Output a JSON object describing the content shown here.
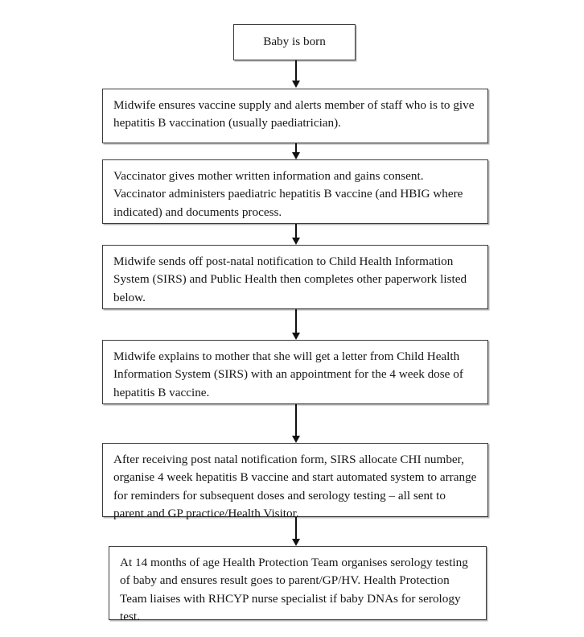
{
  "document": {
    "type": "flowchart",
    "orientation": "vertical-top-to-bottom",
    "background_color": "#ffffff",
    "border_color": "#3b3b3b",
    "text_color": "#161616",
    "arrow_color": "#111111"
  },
  "flow": {
    "nodes": [
      {
        "id": "node-1",
        "shape": "rectangle",
        "role": "start",
        "text": "Baby is born"
      },
      {
        "id": "node-2",
        "shape": "rectangle",
        "role": "process",
        "text": "Midwife ensures vaccine supply and alerts member of staff who is to give hepatitis B vaccination (usually paediatrician)."
      },
      {
        "id": "node-3",
        "shape": "rectangle",
        "role": "process",
        "text": "Vaccinator gives mother written information and gains consent. Vaccinator administers paediatric hepatitis B vaccine (and HBIG where indicated) and documents process."
      },
      {
        "id": "node-4",
        "shape": "rectangle",
        "role": "process",
        "text": "Midwife sends off post-natal notification to Child Health Information System (SIRS) and Public Health then completes other paperwork listed below."
      },
      {
        "id": "node-5",
        "shape": "rectangle",
        "role": "process",
        "text": "Midwife explains to mother that she will get a letter from Child Health Information System (SIRS) with an appointment for the 4 week dose of hepatitis B vaccine."
      },
      {
        "id": "node-6",
        "shape": "rectangle",
        "role": "process",
        "text": "After receiving post natal notification form, SIRS allocate CHI number, organise 4 week hepatitis B vaccine and start automated system to arrange for reminders for subsequent doses and serology testing – all sent to parent and GP practice/Health Visitor."
      },
      {
        "id": "node-7",
        "shape": "rectangle",
        "role": "process",
        "text": "At 14 months of age Health Protection Team organises serology testing of baby and ensures result goes to parent/GP/HV. Health Protection Team liaises with RHCYP nurse specialist if baby DNAs for serology test."
      }
    ],
    "connectors": [
      {
        "id": "arrow-1",
        "from": "node-1",
        "to": "node-2",
        "style": "solid-arrow-down"
      },
      {
        "id": "arrow-2",
        "from": "node-2",
        "to": "node-3",
        "style": "solid-arrow-down"
      },
      {
        "id": "arrow-3",
        "from": "node-3",
        "to": "node-4",
        "style": "solid-arrow-down"
      },
      {
        "id": "arrow-4",
        "from": "node-4",
        "to": "node-5",
        "style": "solid-arrow-down"
      },
      {
        "id": "arrow-5",
        "from": "node-5",
        "to": "node-6",
        "style": "solid-arrow-down"
      },
      {
        "id": "arrow-6",
        "from": "node-6",
        "to": "node-7",
        "style": "solid-arrow-down"
      }
    ]
  }
}
